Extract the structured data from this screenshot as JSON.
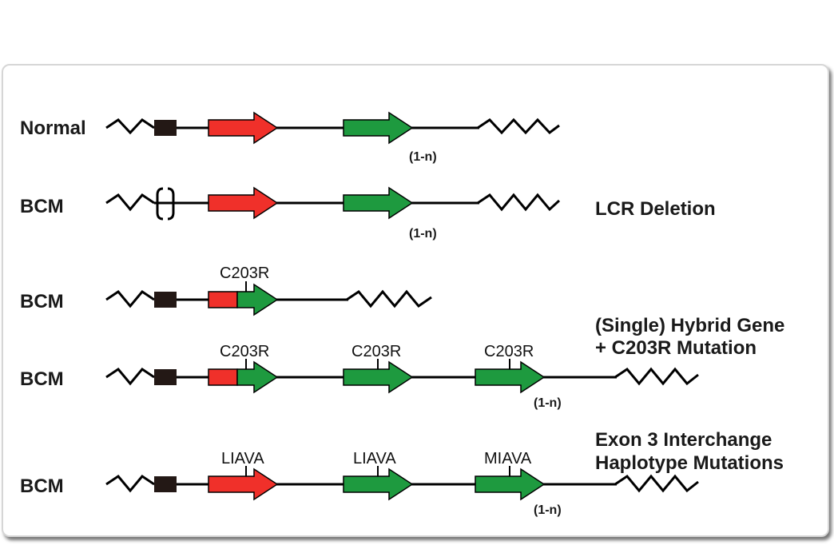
{
  "rows": [
    {
      "label": "Normal",
      "repeat": "(1-n)"
    },
    {
      "label": "BCM",
      "repeat": "(1-n)"
    },
    {
      "label": "BCM",
      "mutation": "C203R"
    },
    {
      "label": "BCM",
      "mutations": [
        "C203R",
        "C203R",
        "C203R"
      ],
      "repeat": "(1-n)"
    },
    {
      "label": "BCM",
      "mutations": [
        "LIAVA",
        "LIAVA",
        "MIAVA"
      ],
      "repeat": "(1-n)"
    }
  ],
  "annotations": {
    "lcr": "LCR Deletion",
    "hybrid_line1": "(Single) Hybrid Gene",
    "hybrid_line2": "+ C203R Mutation",
    "exon_line1": "Exon 3 Interchange",
    "exon_line2": "Haplotype Mutations"
  },
  "colors": {
    "red_gene": "#f0302a",
    "green_gene": "#1e9a3f",
    "lcr_box": "#231815",
    "line": "#000000"
  }
}
